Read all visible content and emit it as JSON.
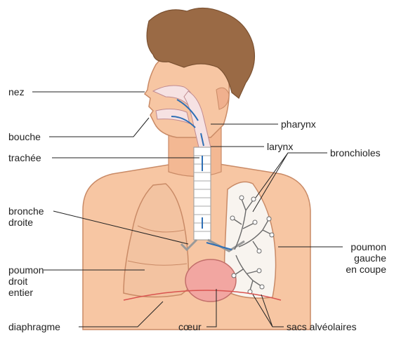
{
  "labels": {
    "nez": "nez",
    "bouche": "bouche",
    "trachee": "trachée",
    "bronche_droite": "bronche\ndroite",
    "poumon_droit": "poumon\ndroit\nentier",
    "diaphragme": "diaphragme",
    "coeur": "cœur",
    "sacs": "sacs alvéolaires",
    "pharynx": "pharynx",
    "larynx": "larynx",
    "bronchioles": "bronchioles",
    "poumon_gauche": "poumon\ngauche\nen coupe"
  },
  "colors": {
    "skin": "#f7c6a3",
    "skin_shadow": "#e9a985",
    "hair": "#9a6a45",
    "lung": "#f3c3a1",
    "lung_outline": "#c98a66",
    "heart": "#f2a6a1",
    "airway": "#2e6fb5",
    "leader": "#222222"
  }
}
